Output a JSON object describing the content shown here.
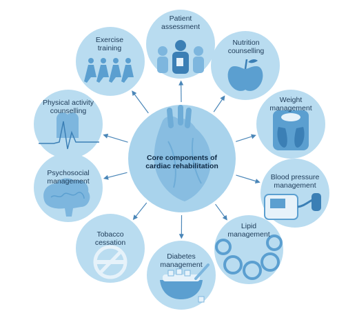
{
  "center": {
    "label": "Core components of\ncardiac rehabilitation"
  },
  "components": [
    {
      "id": "patient-assessment",
      "label": "Patient\nassessment"
    },
    {
      "id": "nutrition-counselling",
      "label": "Nutrition\ncounselling"
    },
    {
      "id": "weight-management",
      "label": "Weight\nmanagement"
    },
    {
      "id": "blood-pressure-management",
      "label": "Blood pressure\nmanagement"
    },
    {
      "id": "lipid-management",
      "label": "Lipid\nmanagement"
    },
    {
      "id": "diabetes-management",
      "label": "Diabetes\nmanagement"
    },
    {
      "id": "tobacco-cessation",
      "label": "Tobacco\ncessation"
    },
    {
      "id": "psychosocial-management",
      "label": "Psychosocial\nmanagement"
    },
    {
      "id": "physical-activity-counselling",
      "label": "Physical activity\ncounselling"
    },
    {
      "id": "exercise-training",
      "label": "Exercise\ntraining"
    }
  ],
  "colors": {
    "circle_fill": "#b9dcf0",
    "circle_fill_center": "#a9d3ec",
    "illustration": "#5b9fd0",
    "illustration_dark": "#3b7fb5",
    "arrow": "#4a86b8",
    "text": "#1d3a57"
  }
}
